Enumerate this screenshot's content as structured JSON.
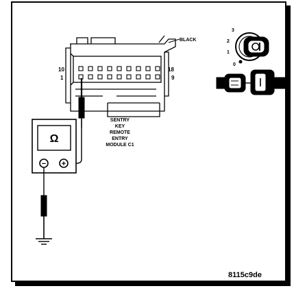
{
  "figure_id": "8115c9de",
  "connector": {
    "color_label": "BLACK",
    "pin_top_left": "10",
    "pin_bottom_left": "1",
    "pin_top_right": "18",
    "pin_bottom_right": "9"
  },
  "module_label": [
    "SENTRY",
    "KEY",
    "REMOTE",
    "ENTRY",
    "MODULE C1"
  ],
  "ignition_positions": [
    "3",
    "2",
    "1",
    "0"
  ],
  "meter": {
    "ohm_symbol": "Ω",
    "minus_symbol": "−",
    "plus_symbol": "+"
  },
  "icons": {
    "meter": "ohmmeter-icon",
    "ground": "ground-icon",
    "ignition": "ignition-switch-icon",
    "key": "key-icon"
  }
}
